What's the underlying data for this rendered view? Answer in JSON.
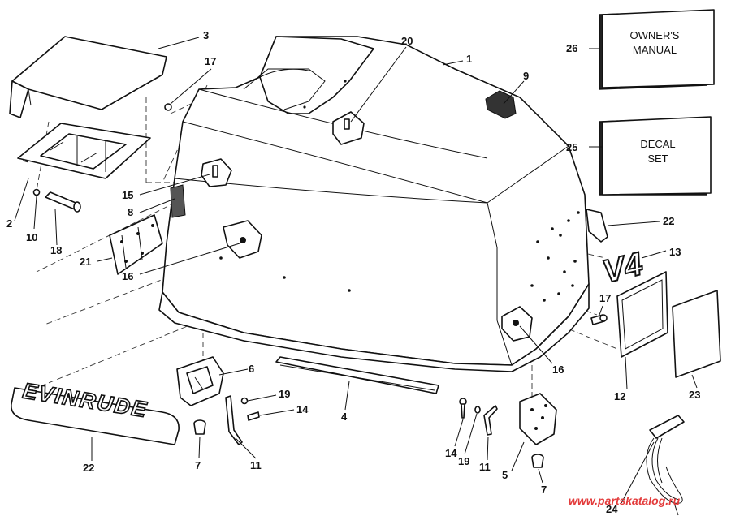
{
  "callouts": [
    {
      "id": "1",
      "label": "1"
    },
    {
      "id": "2",
      "label": "2"
    },
    {
      "id": "3",
      "label": "3"
    },
    {
      "id": "4",
      "label": "4"
    },
    {
      "id": "5",
      "label": "5"
    },
    {
      "id": "6",
      "label": "6"
    },
    {
      "id": "7a",
      "label": "7"
    },
    {
      "id": "7b",
      "label": "7"
    },
    {
      "id": "8",
      "label": "8"
    },
    {
      "id": "9",
      "label": "9"
    },
    {
      "id": "10",
      "label": "10"
    },
    {
      "id": "11a",
      "label": "11"
    },
    {
      "id": "11b",
      "label": "11"
    },
    {
      "id": "12",
      "label": "12"
    },
    {
      "id": "13",
      "label": "13"
    },
    {
      "id": "14a",
      "label": "14"
    },
    {
      "id": "14b",
      "label": "14"
    },
    {
      "id": "15",
      "label": "15"
    },
    {
      "id": "16a",
      "label": "16"
    },
    {
      "id": "16b",
      "label": "16"
    },
    {
      "id": "17a",
      "label": "17"
    },
    {
      "id": "17b",
      "label": "17"
    },
    {
      "id": "18",
      "label": "18"
    },
    {
      "id": "19a",
      "label": "19"
    },
    {
      "id": "19b",
      "label": "19"
    },
    {
      "id": "20",
      "label": "20"
    },
    {
      "id": "21",
      "label": "21"
    },
    {
      "id": "22a",
      "label": "22"
    },
    {
      "id": "22b",
      "label": "22"
    },
    {
      "id": "23",
      "label": "23"
    },
    {
      "id": "24",
      "label": "24"
    },
    {
      "id": "25",
      "label": "25"
    },
    {
      "id": "26",
      "label": "26"
    }
  ],
  "boxes": {
    "owners_manual": {
      "line1": "OWNER'S",
      "line2": "MANUAL"
    },
    "decal_set": {
      "line1": "DECAL",
      "line2": "SET"
    }
  },
  "brand_decal": "EVINRUDE",
  "model_decal": "V4",
  "watermark": "www.partskatalog.ru",
  "colors": {
    "ink": "#111111",
    "paper": "#ffffff",
    "watermark": "#e33b3b"
  }
}
